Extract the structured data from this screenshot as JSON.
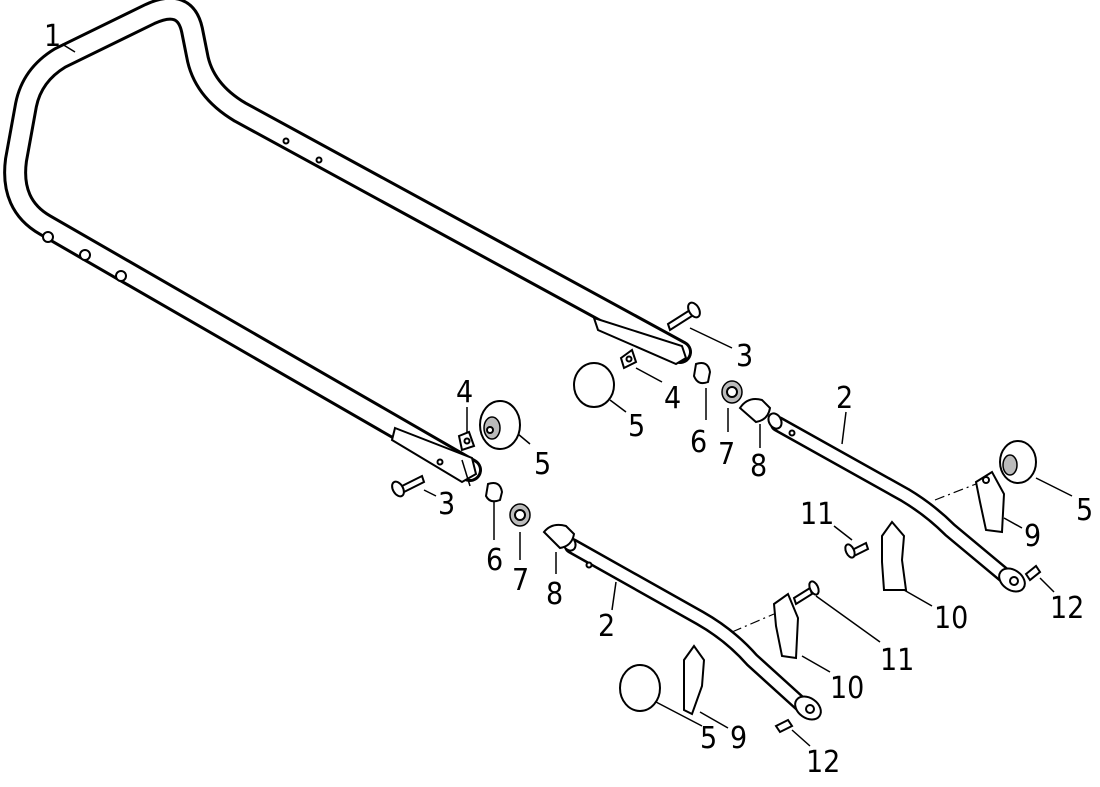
{
  "callouts": {
    "c1": "1",
    "c2_upper": "2",
    "c2_lower": "2",
    "c3_upper": "3",
    "c3_lower": "3",
    "c4_upper": "4",
    "c4_lower": "4",
    "c5_upper_center": "5",
    "c5_left": "5",
    "c5_right": "5",
    "c5_bottom": "5",
    "c6_upper": "6",
    "c6_lower": "6",
    "c7_upper": "7",
    "c7_lower": "7",
    "c8_upper": "8",
    "c8_lower": "8",
    "c9_right": "9",
    "c9_bottom": "9",
    "c10_right": "10",
    "c10_bottom": "10",
    "c11_upper": "11",
    "c11_lower": "11",
    "c12_right": "12",
    "c12_bottom": "12"
  }
}
